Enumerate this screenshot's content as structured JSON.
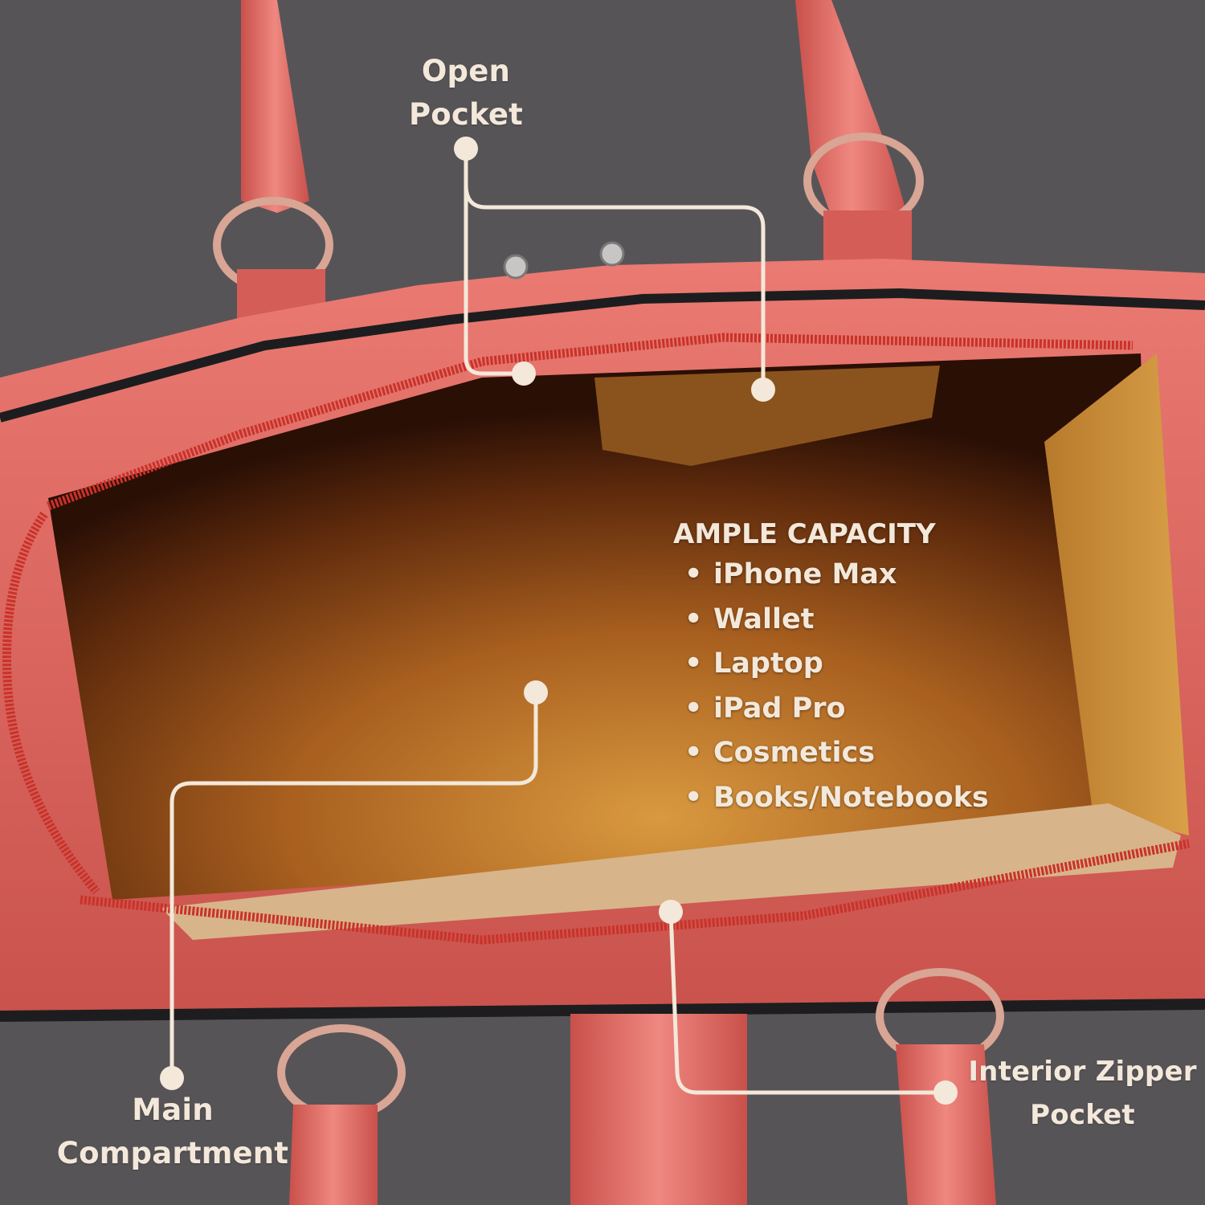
{
  "labels": {
    "open_pocket": [
      "Open",
      "Pocket"
    ],
    "main_compartment": [
      "Main",
      "Compartment"
    ],
    "interior_zipper_pocket": [
      "Interior Zipper",
      "Pocket"
    ]
  },
  "capacity": {
    "title": "AMPLE CAPACITY",
    "bullet": "•",
    "items": [
      "iPhone Max",
      "Wallet",
      "Laptop",
      "iPad Pro",
      "Cosmetics",
      "Books/Notebooks"
    ]
  },
  "colors": {
    "background": "#575457",
    "leather": "#e0655f",
    "lining": "#c98a3c",
    "callout": "#f3e8da",
    "zipper": "#c9322a"
  }
}
